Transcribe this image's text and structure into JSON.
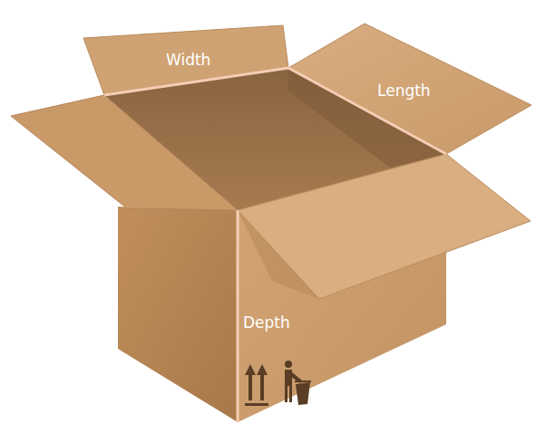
{
  "diagram": {
    "labels": [
      "Width",
      "Length",
      "Depth"
    ]
  }
}
